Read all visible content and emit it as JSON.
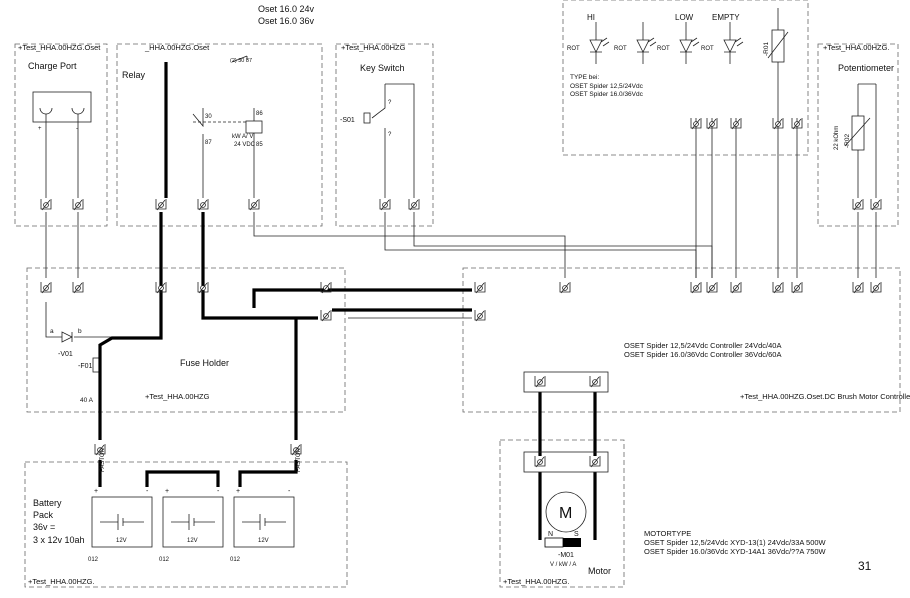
{
  "header": {
    "line1": "Oset 16.0 24v",
    "line2": "Oset 16.0 36v"
  },
  "page_number": "31",
  "boxes": {
    "charge": {
      "tag": "+Test_HHA.00HZG.Oset",
      "title": "Charge Port"
    },
    "relay": {
      "tag": "_HHA.00HZG.Oset",
      "title": "Relay",
      "coil": "kW A/ V",
      "volt": "24 VDC",
      "contact_ref": "(2)  30    87",
      "pins": [
        "30",
        "87",
        "86",
        "85"
      ]
    },
    "key": {
      "tag": "+Test_HHA.00HZG",
      "title": "Key Switch",
      "device": "-S01"
    },
    "lamps": {
      "labels": [
        "HI",
        "LOW",
        "EMPTY"
      ],
      "rot": "ROT",
      "type_hdr": "TYPE bei:",
      "type1": "OSET Spider 12,5/24Vdc",
      "type2": "OSET Spider 16.0/36Vdc",
      "device": "-R01"
    },
    "pot": {
      "tag": "+Test_HHA.00HZG.",
      "title": "Potentiometer",
      "value": "22 kOhm",
      "device": "-R02"
    },
    "fuse": {
      "title": "Fuse Holder",
      "tag": "+Test_HHA.00HZG",
      "diode": "-V01",
      "fuse": "-F01",
      "rating": "40 A",
      "a": "a",
      "b": "b"
    },
    "controller": {
      "tag": "+Test_HHA.00HZG.Oset.DC Brush Motor Controller",
      "line1": "OSET Spider 12,5/24Vdc     Controller 24Vdc/40A",
      "line2": "OSET Spider 16.0/36Vdc     Controller 36Vdc/60A"
    },
    "battery": {
      "tag": "+Test_HHA.00HZG.",
      "l1": "Battery",
      "l2": "Pack",
      "l3": "36v =",
      "l4": "3 x 12v 10ah",
      "cell": "12V",
      "ref": "012",
      "faston": "FASTON"
    },
    "motor": {
      "tag": "+Test_HHA.00HZG.",
      "title": "Motor",
      "device": "-M01",
      "rating": "V / kW / A",
      "m": "M",
      "n": "N",
      "s": "S"
    },
    "motortype": {
      "hdr": "MOTORTYPE",
      "l1": "OSET Spider 12,5/24Vdc     XYD-13(1) 24Vdc/33A     500W",
      "l2": "OSET Spider 16.0/36Vdc     XYD-14A1  36Vdc/??A     750W"
    }
  }
}
